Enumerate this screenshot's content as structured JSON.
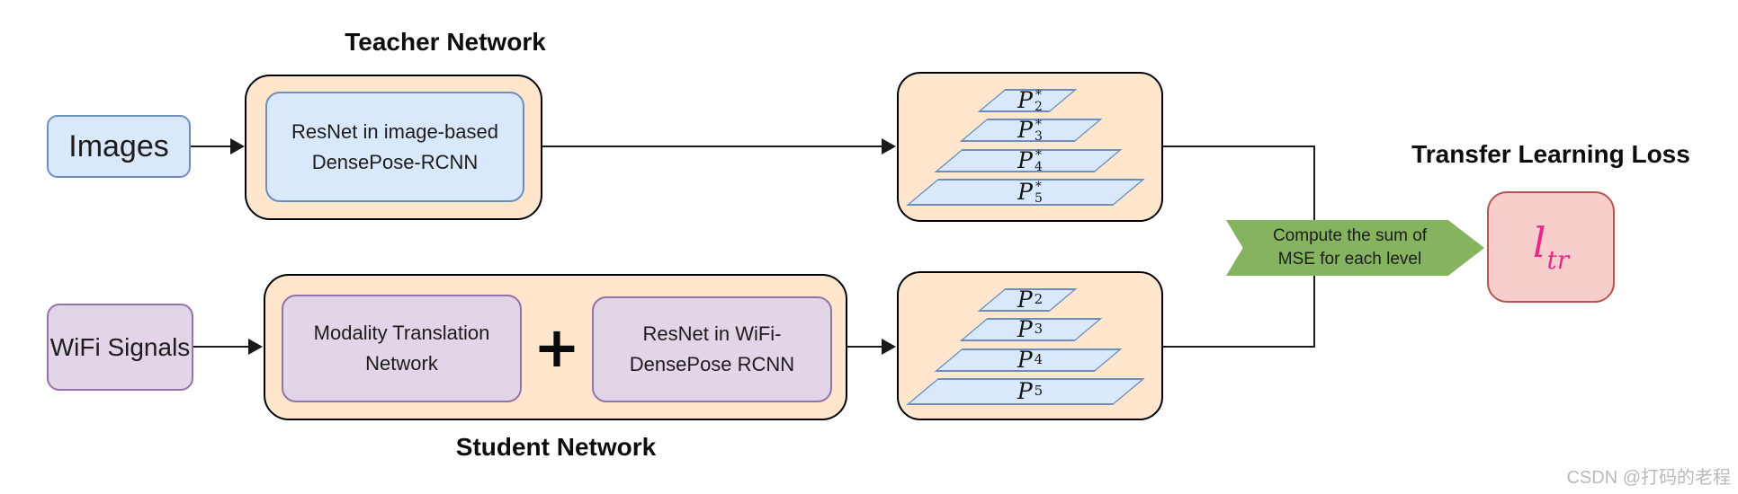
{
  "teacher": {
    "title": "Teacher Network",
    "input": "Images",
    "core_line1": "ResNet in image-based",
    "core_line2": "DensePose-RCNN"
  },
  "student": {
    "title": "Student Network",
    "input": "WiFi Signals",
    "mtn_line1": "Modality Translation",
    "mtn_line2": "Network",
    "plus": "+",
    "core_line1": "ResNet in WiFi-",
    "core_line2": "DensePose RCNN"
  },
  "teacher_pyramid": {
    "levels": [
      {
        "base": "P",
        "sup": "*",
        "sub": "2"
      },
      {
        "base": "P",
        "sup": "*",
        "sub": "3"
      },
      {
        "base": "P",
        "sup": "*",
        "sub": "4"
      },
      {
        "base": "P",
        "sup": "*",
        "sub": "5"
      }
    ]
  },
  "student_pyramid": {
    "levels": [
      {
        "base": "P",
        "sub": "2"
      },
      {
        "base": "P",
        "sub": "3"
      },
      {
        "base": "P",
        "sub": "4"
      },
      {
        "base": "P",
        "sub": "5"
      }
    ]
  },
  "loss": {
    "title": "Transfer Learning Loss",
    "banner_line1": "Compute the sum of",
    "banner_line2": "MSE for each level",
    "symbol_base": "l",
    "symbol_sub": "tr"
  },
  "watermark": "CSDN @打码的老程",
  "colors": {
    "blue_fill": "#dae8fc",
    "blue_border": "#6c8ebf",
    "orange_fill": "#ffe6cc",
    "orange_border": "#d79b00",
    "purple_fill": "#e1d5e7",
    "purple_border": "#9673a6",
    "pink_fill": "#f8cecc",
    "pink_border": "#b85450",
    "green_banner": "#85b35f",
    "loss_symbol": "#e7298a",
    "line": "#1a1a1a"
  }
}
